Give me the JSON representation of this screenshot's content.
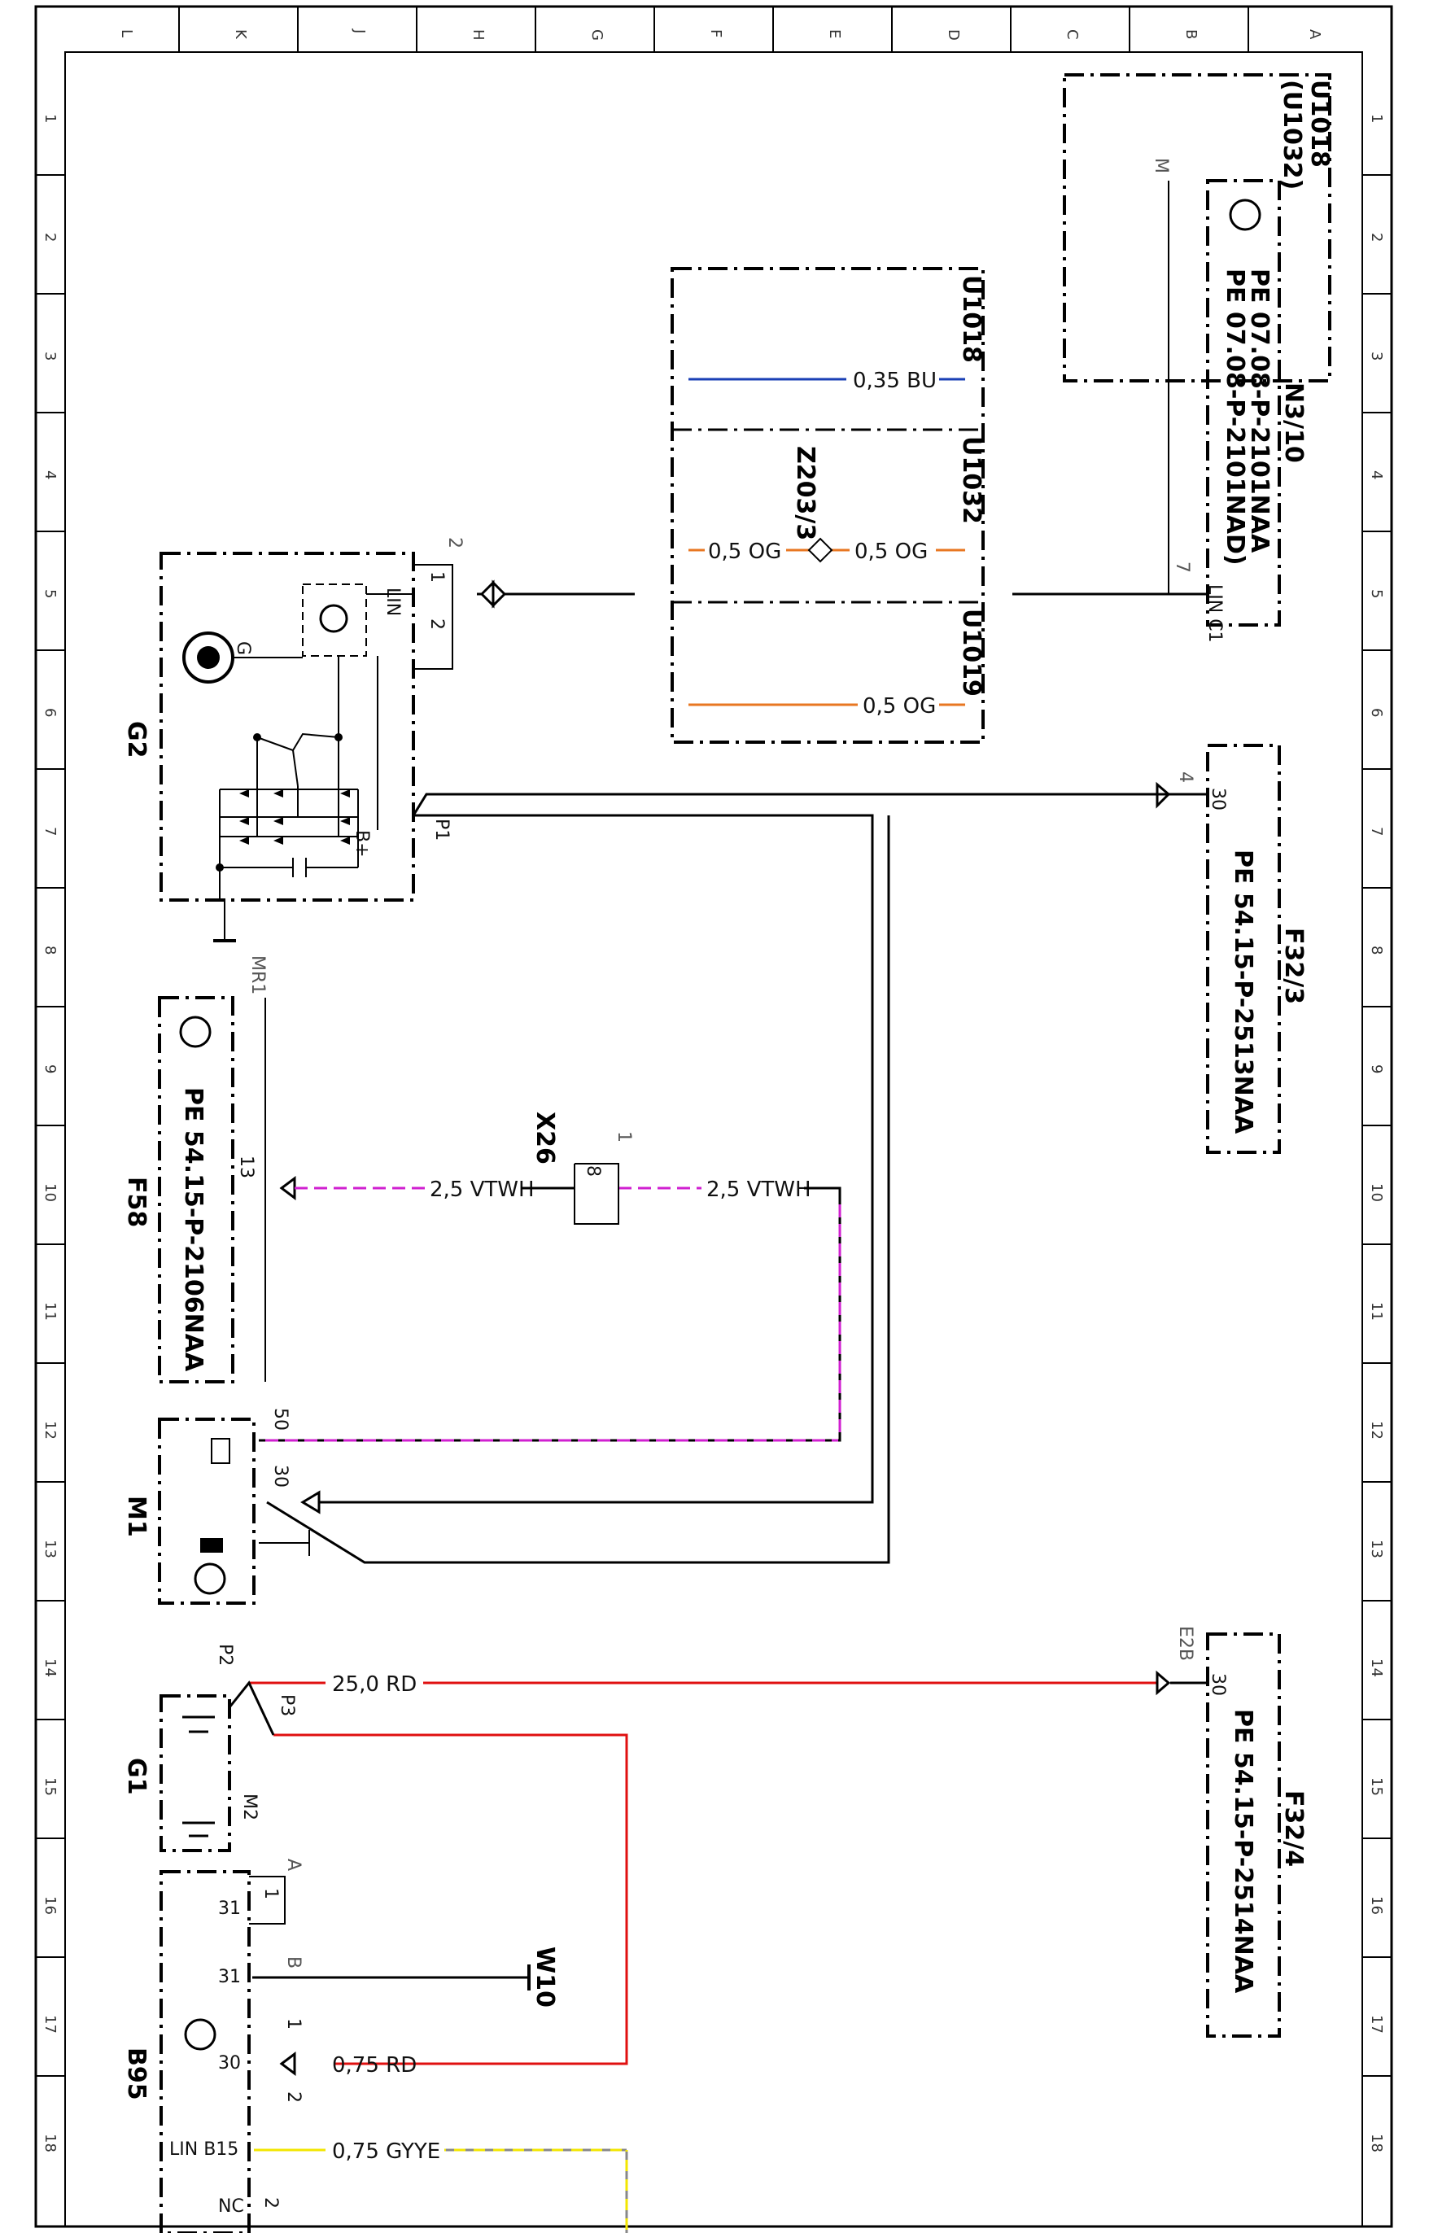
{
  "frame": {
    "columns": [
      "L",
      "K",
      "J",
      "H",
      "G",
      "F",
      "E",
      "D",
      "C",
      "B",
      "A"
    ],
    "rows": [
      "1",
      "2",
      "3",
      "4",
      "5",
      "6",
      "7",
      "8",
      "9",
      "10",
      "11",
      "12",
      "13",
      "14",
      "15",
      "16",
      "17",
      "18"
    ]
  },
  "components": {
    "N3_10": {
      "id": "N3/10",
      "alt_ids": [
        "U1018",
        "(U1032)"
      ],
      "refs": [
        "PE 07.08-P-2101NAA",
        "PE 07.08-P-2101NAD)"
      ],
      "pin_label": "LIN C1",
      "pin_num": "7",
      "ground": "M"
    },
    "F32_3": {
      "id": "F32/3",
      "ref": "PE 54.15-P-2513NAA",
      "pin": "30",
      "wire": "4"
    },
    "F32_4": {
      "id": "F32/4",
      "ref": "PE 54.15-P-2514NAA",
      "pin": "30",
      "wire": "E2B"
    },
    "F58": {
      "id": "F58",
      "ref": "PE 54.15-P-2106NAA",
      "pin": "13",
      "ground": "MR1"
    },
    "G2": {
      "id": "G2",
      "pins": [
        "1",
        "2"
      ],
      "pin_lin": "LIN",
      "wire": "2",
      "p1": "P1",
      "g_minus": "G",
      "b_plus": "B+"
    },
    "M1": {
      "id": "M1",
      "pin50": "50",
      "pin30": "30"
    },
    "G1": {
      "id": "G1",
      "p2": "P2",
      "p3": "P3",
      "m2": "M2"
    },
    "B95": {
      "id": "B95",
      "a": "A",
      "b": "B",
      "pin31a": "31",
      "pin31b": "31",
      "pin30": "30",
      "lin": "LIN B15",
      "nc": "NC",
      "n1": "1",
      "n2": "2"
    },
    "X26": {
      "id": "X26",
      "pin": "8",
      "n": "1"
    },
    "W10": {
      "id": "W10"
    },
    "Z203_3": {
      "id": "Z203/3"
    }
  },
  "variants": {
    "u1018": {
      "label": "U1018",
      "wire": "0,35 BU",
      "color": "#1a3fb5"
    },
    "u1032": {
      "label": "U1032",
      "wire": "0,5 OG",
      "color": "#e87722"
    },
    "u1019": {
      "label": "U1019",
      "wire": "0,5 OG",
      "color": "#e87722"
    }
  },
  "wires": {
    "vtwh1": "2,5 VTWH",
    "vtwh2": "2,5 VTWH",
    "rd25": "25,0 RD",
    "rd075": "0,75 RD",
    "gyye": "0,75 GYYE"
  },
  "colors": {
    "red": "#e01010",
    "violet": "#d020d0",
    "yellow": "#f2e600",
    "grey": "#888888"
  }
}
